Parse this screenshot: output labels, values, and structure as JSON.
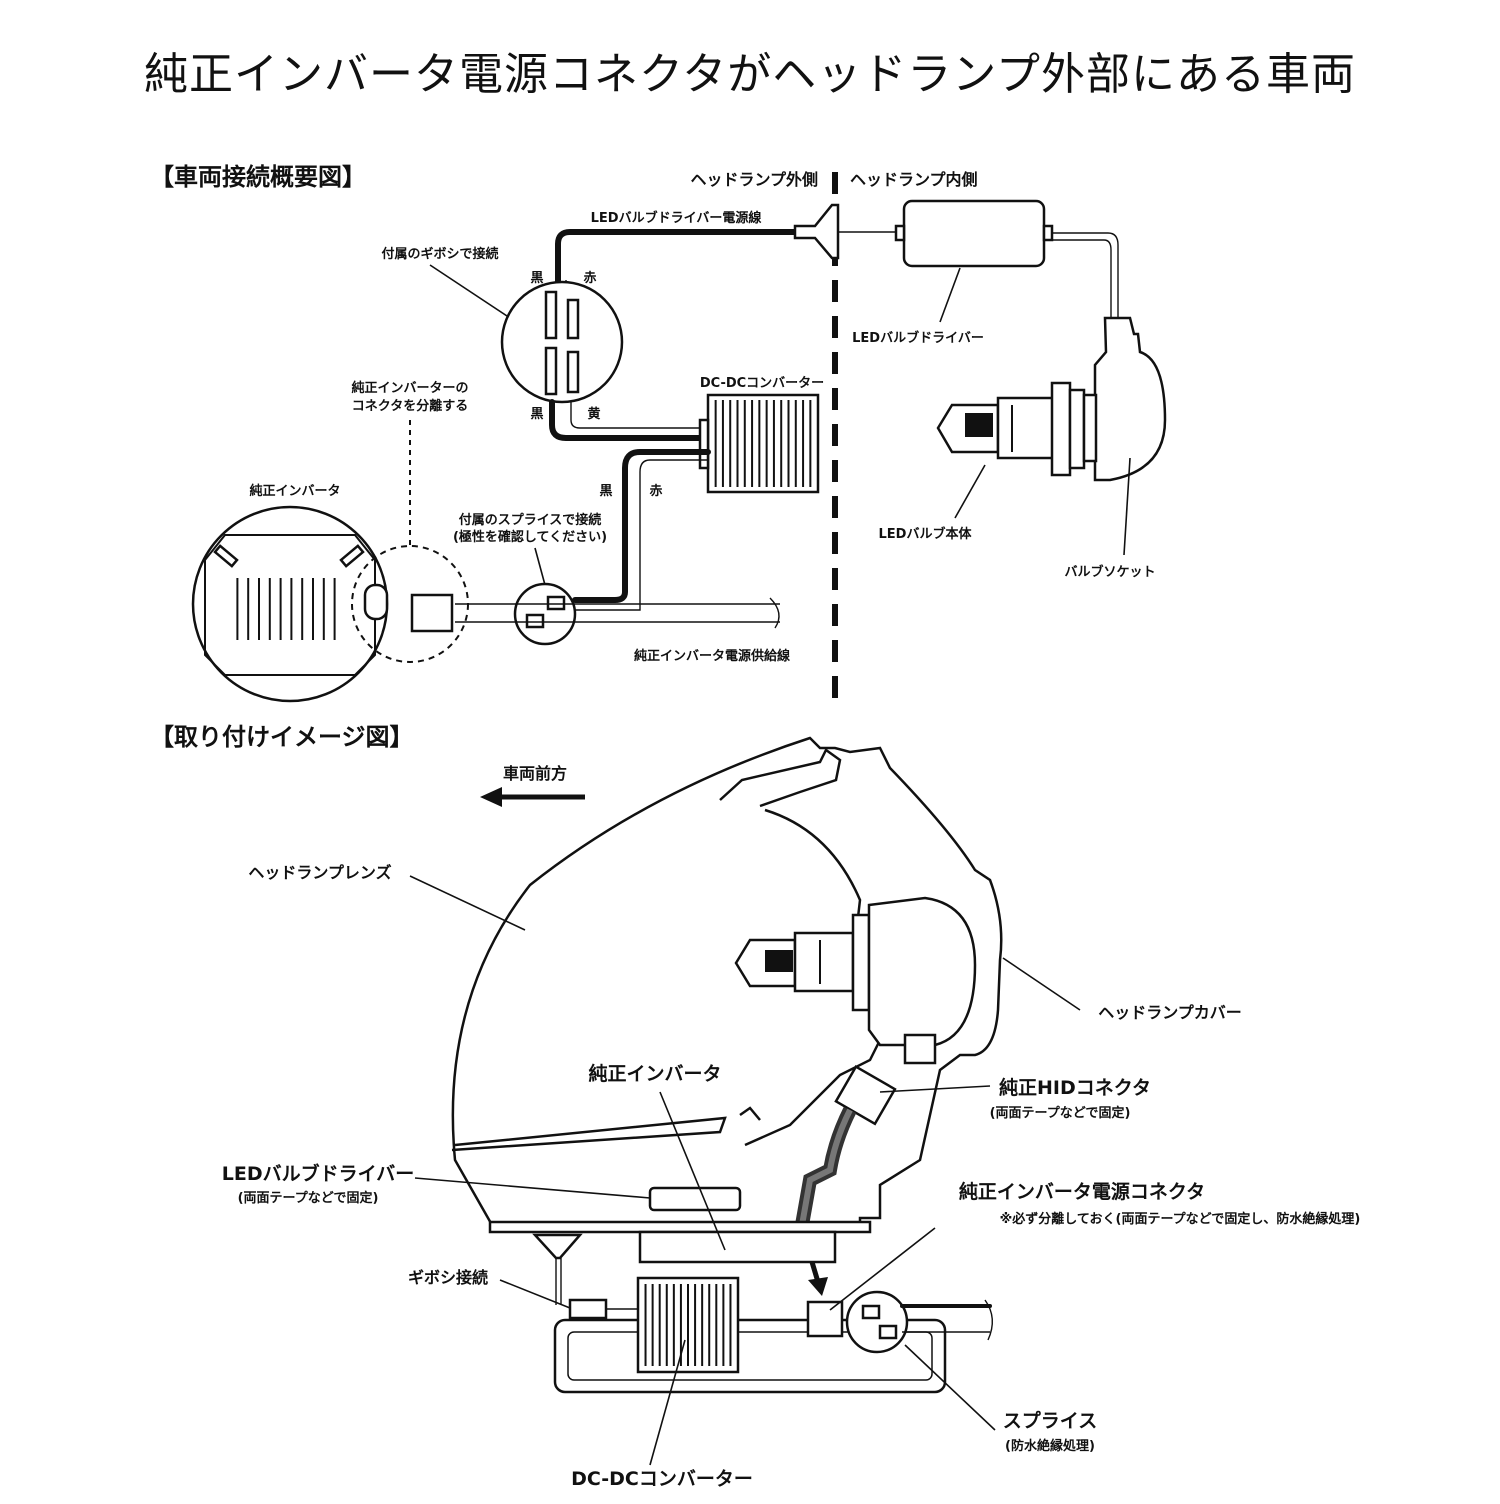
{
  "title": "純正インバータ電源コネクタがヘッドランプ外部にある車両",
  "overview": {
    "heading": "【車両接続概要図】",
    "outside_label": "ヘッドランプ外側",
    "inside_label": "ヘッドランプ内側",
    "power_wire_label": "LEDバルブドライバー電源線",
    "gibosi_label": "付属のギボシで接続",
    "black_top": "黒",
    "red_top": "赤",
    "black_mid": "黒",
    "yellow": "黄",
    "dcdc_label": "DC-DCコンバーター",
    "black_low": "黒",
    "red_low": "赤",
    "separate_label_1": "純正インバーターの",
    "separate_label_2": "コネクタを分離する",
    "inverter_label": "純正インバータ",
    "splice_label_1": "付属のスプライスで接続",
    "splice_label_2": "(極性を確認してください)",
    "supply_label": "純正インバータ電源供給線",
    "driver_label": "LEDバルブドライバー",
    "bulb_label": "LEDバルブ本体",
    "socket_label": "バルブソケット"
  },
  "install": {
    "heading": "【取り付けイメージ図】",
    "front_label": "車両前方",
    "lens_label": "ヘッドランプレンズ",
    "cover_label": "ヘッドランプカバー",
    "hid_label": "純正HIDコネクタ",
    "hid_note": "(両面テープなどで固定)",
    "inverter_label": "純正インバータ",
    "driver_label": "LEDバルブドライバー",
    "driver_note": "(両面テープなどで固定)",
    "power_connector_label": "純正インバータ電源コネクタ",
    "power_connector_note": "※必ず分離しておく(両面テープなどで固定し、防水絶縁処理)",
    "gibosi_label": "ギボシ接続",
    "dcdc_label": "DC-DCコンバーター",
    "splice_label": "スプライス",
    "splice_note": "(防水絶縁処理)"
  }
}
